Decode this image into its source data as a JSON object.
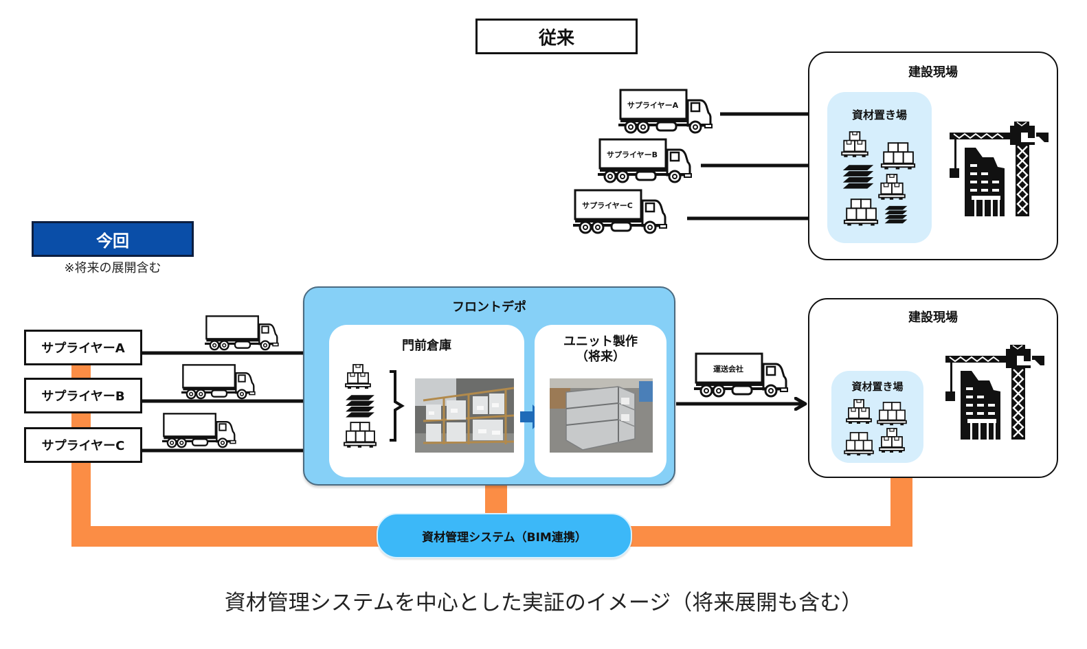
{
  "legacy": {
    "heading": "従来",
    "trucks": [
      {
        "label": "サプライヤーA"
      },
      {
        "label": "サプライヤーB"
      },
      {
        "label": "サプライヤーC"
      }
    ],
    "site": {
      "title": "建設現場",
      "yard_title": "資材置き場"
    }
  },
  "current": {
    "heading": "今回",
    "note": "※将来の展開含む",
    "suppliers": [
      {
        "label": "サプライヤーA"
      },
      {
        "label": "サプライヤーB"
      },
      {
        "label": "サプライヤーC"
      }
    ],
    "depot": {
      "title": "フロントデポ",
      "warehouse_title": "門前倉庫",
      "unit_title_line1": "ユニット製作",
      "unit_title_line2": "（将来）"
    },
    "transport_truck_label": "運送会社",
    "site": {
      "title": "建設現場",
      "yard_title": "資材置き場"
    },
    "system": {
      "label": "資材管理システム（BIM連携）"
    }
  },
  "caption": "資材管理システムを中心とした実証のイメージ（将来展開も含む）",
  "colors": {
    "current_heading_bg": "#0a4ea8",
    "depot_bg": "#86d0f7",
    "yard_bg": "#d6eefc",
    "system_bg": "#3cb8f8",
    "link_orange": "#fb8d45",
    "flow_arrow_blue": "#1e6bb8"
  }
}
